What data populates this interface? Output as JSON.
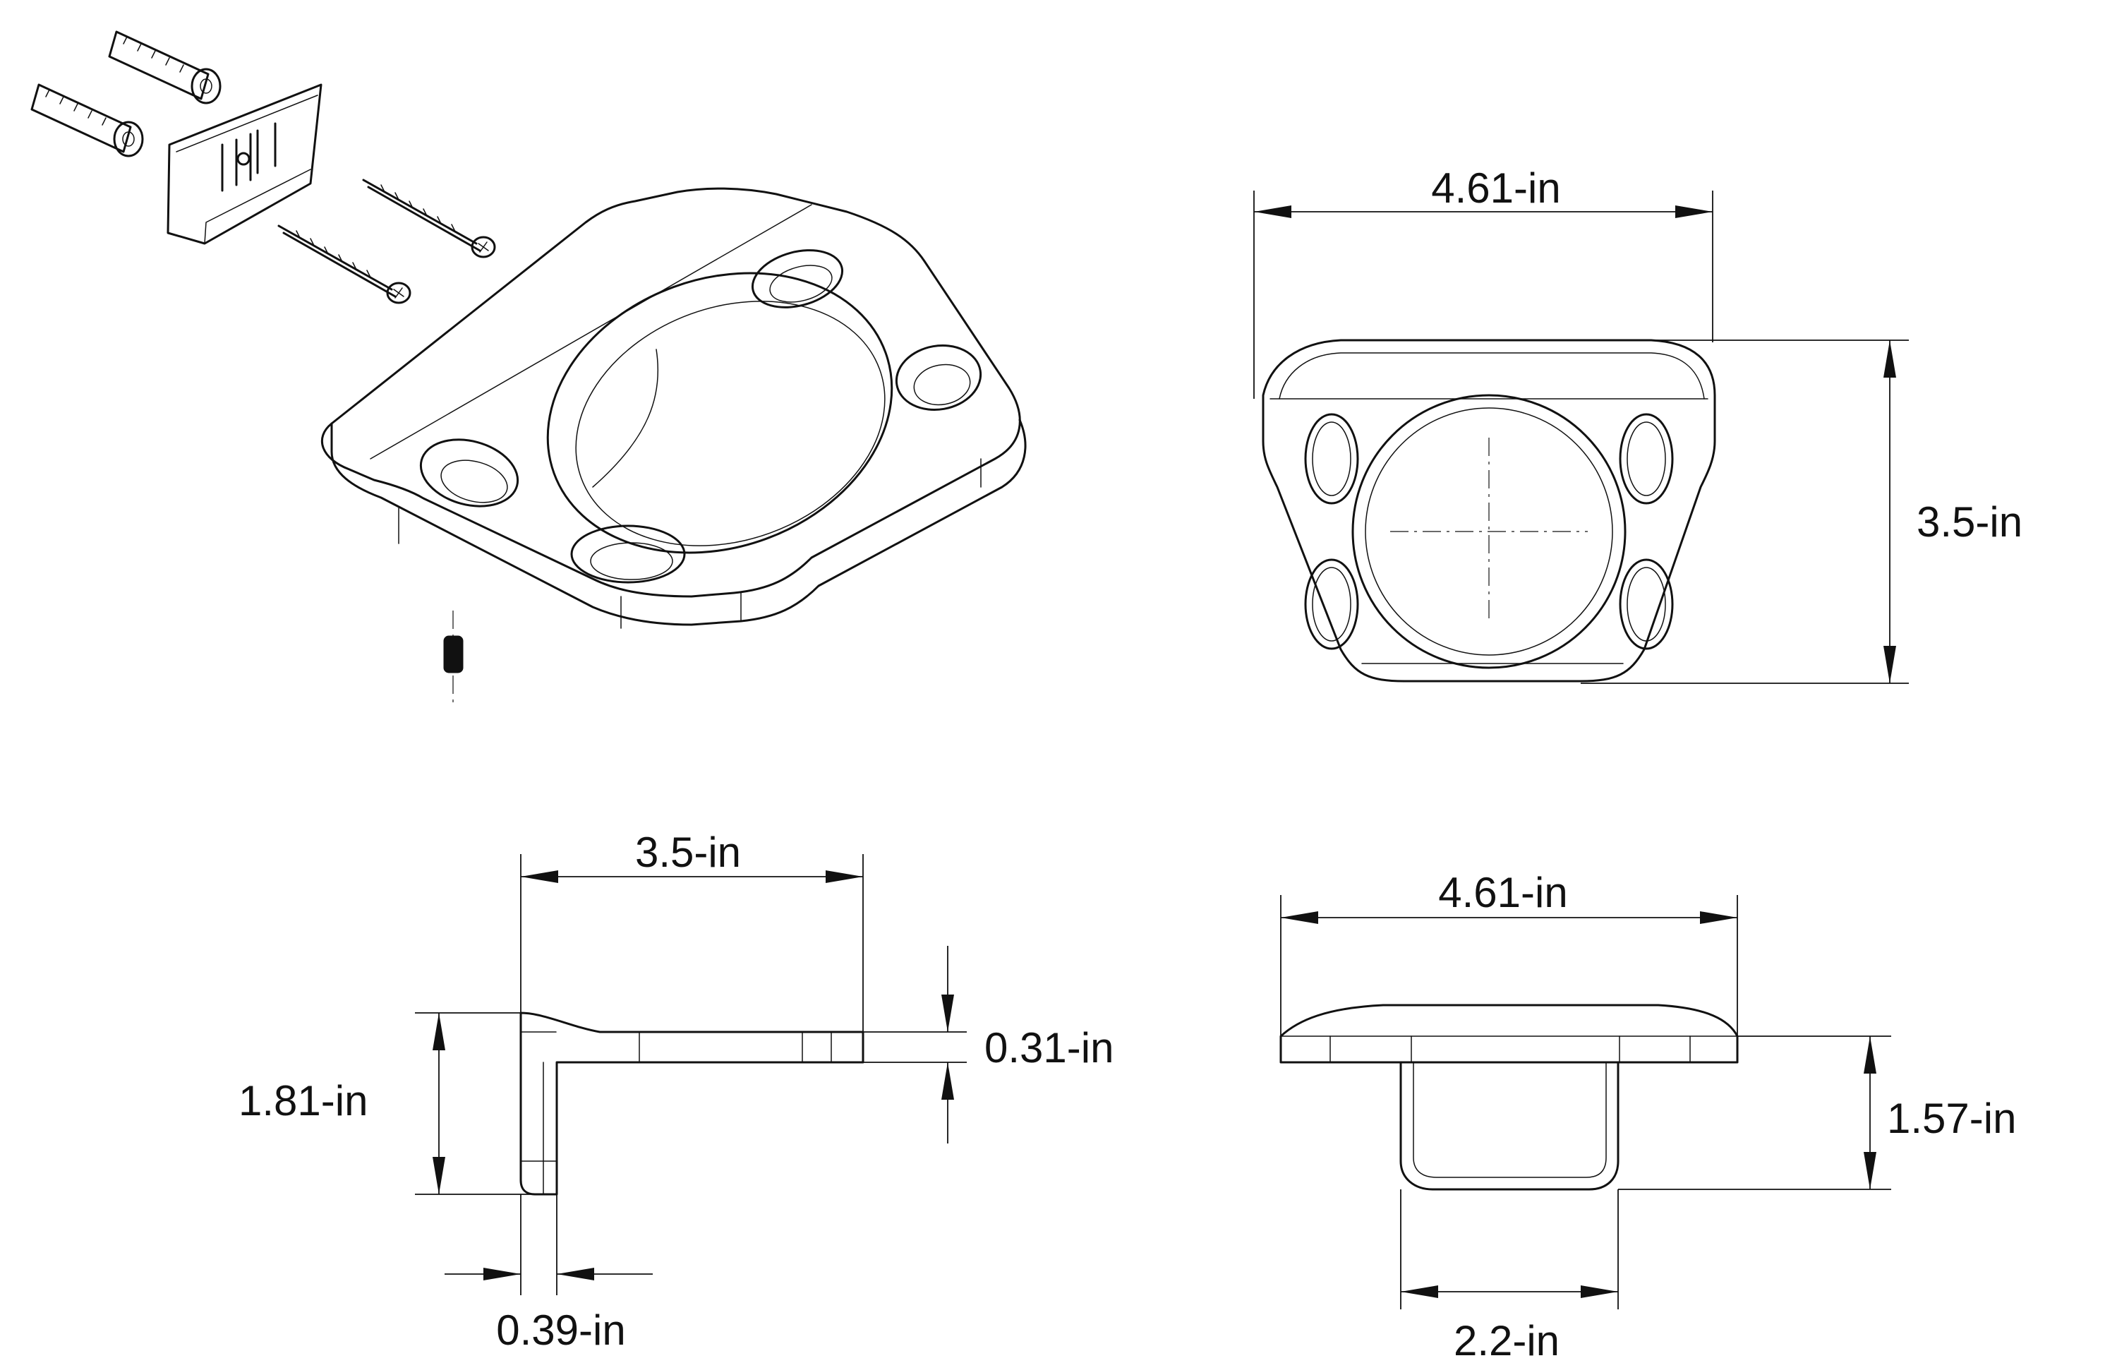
{
  "dimensions": {
    "top_width": "4.61-in",
    "top_depth": "3.5-in",
    "side_depth": "3.5-in",
    "side_height": "1.81-in",
    "side_thickness": "0.31-in",
    "side_bracket": "0.39-in",
    "front_width": "4.61-in",
    "front_height": "1.57-in",
    "front_cup_width": "2.2-in"
  },
  "colors": {
    "ink": "#111111",
    "background": "#ffffff"
  }
}
